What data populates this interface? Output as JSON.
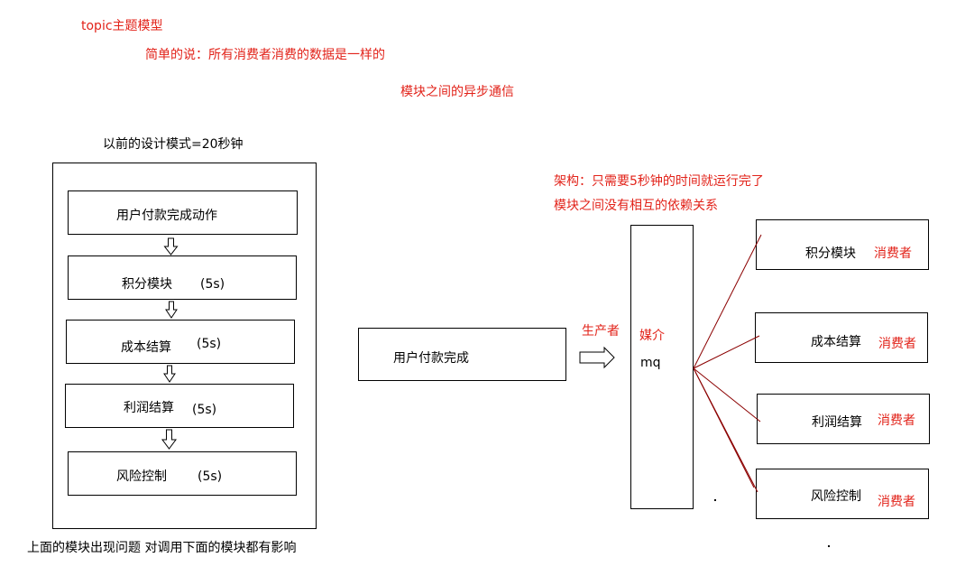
{
  "header": {
    "title": "topic主题模型",
    "subtitle": "简单的说：所有消费者消费的数据是一样的",
    "tagline": "模块之间的异步通信"
  },
  "colors": {
    "annotation": "#e2231a",
    "line": "#000000",
    "connector": "#8b0000"
  },
  "old_design": {
    "title": "以前的设计模式=20秒钟",
    "steps": [
      {
        "label": "用户付款完成动作",
        "time": ""
      },
      {
        "label": "积分模块",
        "time": "(5s)"
      },
      {
        "label": "成本结算",
        "time": "(5s)"
      },
      {
        "label": "利润结算",
        "time": "(5s)"
      },
      {
        "label": "风险控制",
        "time": "(5s)"
      }
    ],
    "footer_note": "上面的模块出现问题 对调用下面的模块都有影响"
  },
  "new_design": {
    "note_line1": "架构：只需要5秒钟的时间就运行完了",
    "note_line2": "模块之间没有相互的依赖关系",
    "producer": {
      "label": "用户付款完成",
      "role": "生产者"
    },
    "broker": {
      "role": "媒介",
      "name": "mq"
    },
    "consumers": [
      {
        "label": "积分模块",
        "role": "消费者"
      },
      {
        "label": "成本结算",
        "role": "消费者"
      },
      {
        "label": "利润结算",
        "role": "消费者"
      },
      {
        "label": "风险控制",
        "role": "消费者"
      }
    ]
  }
}
